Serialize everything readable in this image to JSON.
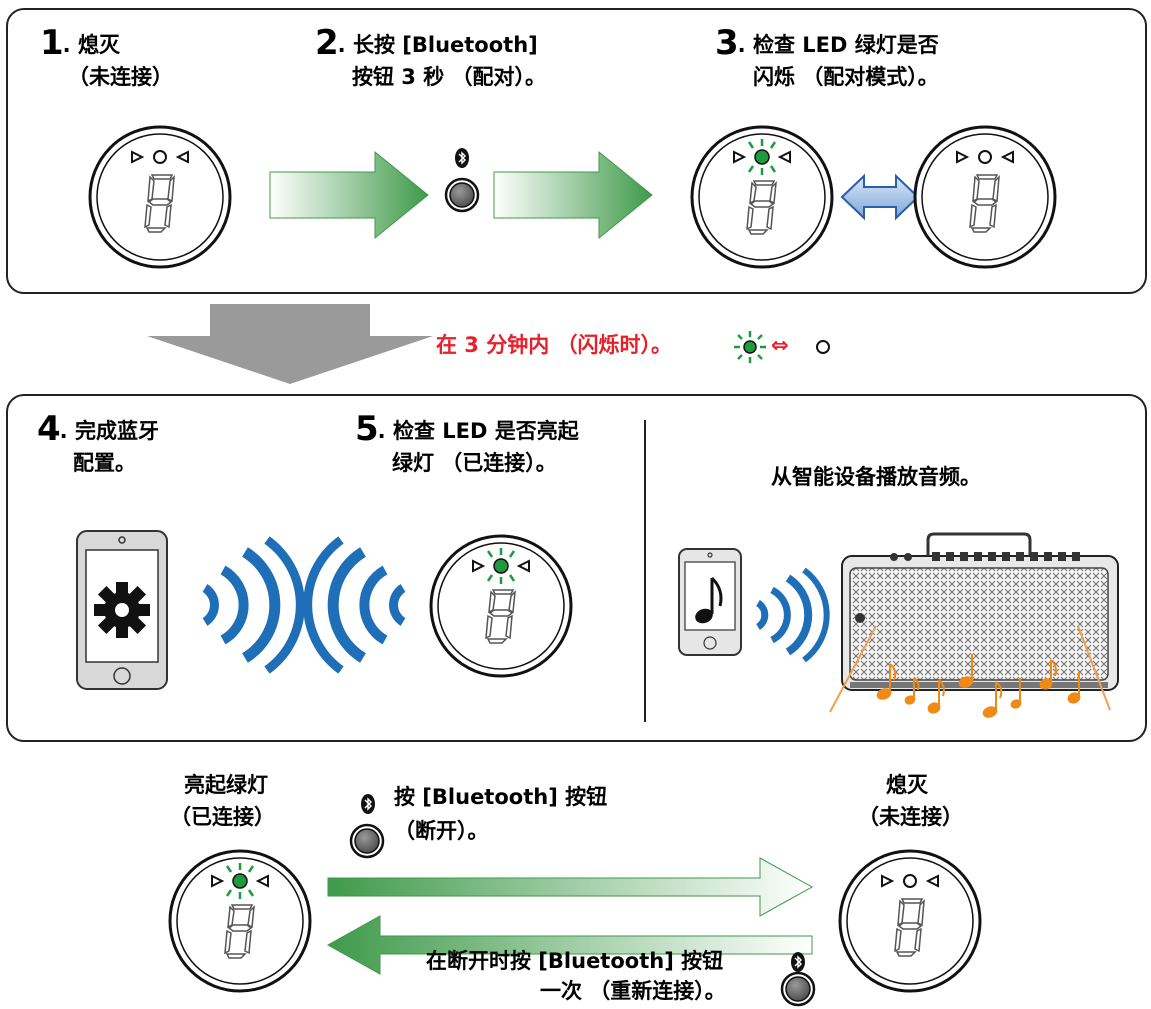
{
  "steps": [
    {
      "num": "1",
      "line1": ". 熄灭",
      "line2": "（未连接）"
    },
    {
      "num": "2",
      "line1": ". 长按 [Bluetooth]",
      "line2": "按钮 3 秒 （配对）。"
    },
    {
      "num": "3",
      "line1": ". 检查 LED 绿灯是否",
      "line2": "闪烁 （配对模式）。"
    },
    {
      "num": "4",
      "line1": ". 完成蓝牙",
      "line2": "配置。"
    },
    {
      "num": "5",
      "line1": ". 检查 LED 是否亮起",
      "line2": "绿灯 （已连接）。"
    }
  ],
  "time_note": "在 3 分钟内 （闪烁时）。",
  "time_note_symbol": "⇔",
  "play_audio": "从智能设备播放音频。",
  "bottom": {
    "left_label": [
      "亮起绿灯",
      "（已连接）"
    ],
    "right_label": [
      "熄灭",
      "（未连接）"
    ],
    "disconnect": [
      "按 [Bluetooth] 按钮",
      "（断开）。"
    ],
    "reconnect": [
      "在断开时按 [Bluetooth] 按钮",
      "一次 （重新连接）。"
    ]
  },
  "colors": {
    "led_green": "#1e9b3c",
    "arrow_green": "#3f9a4a",
    "wifi_blue": "#1e6fb8",
    "note_orange": "#f08a16",
    "note_red": "#e8202a"
  }
}
